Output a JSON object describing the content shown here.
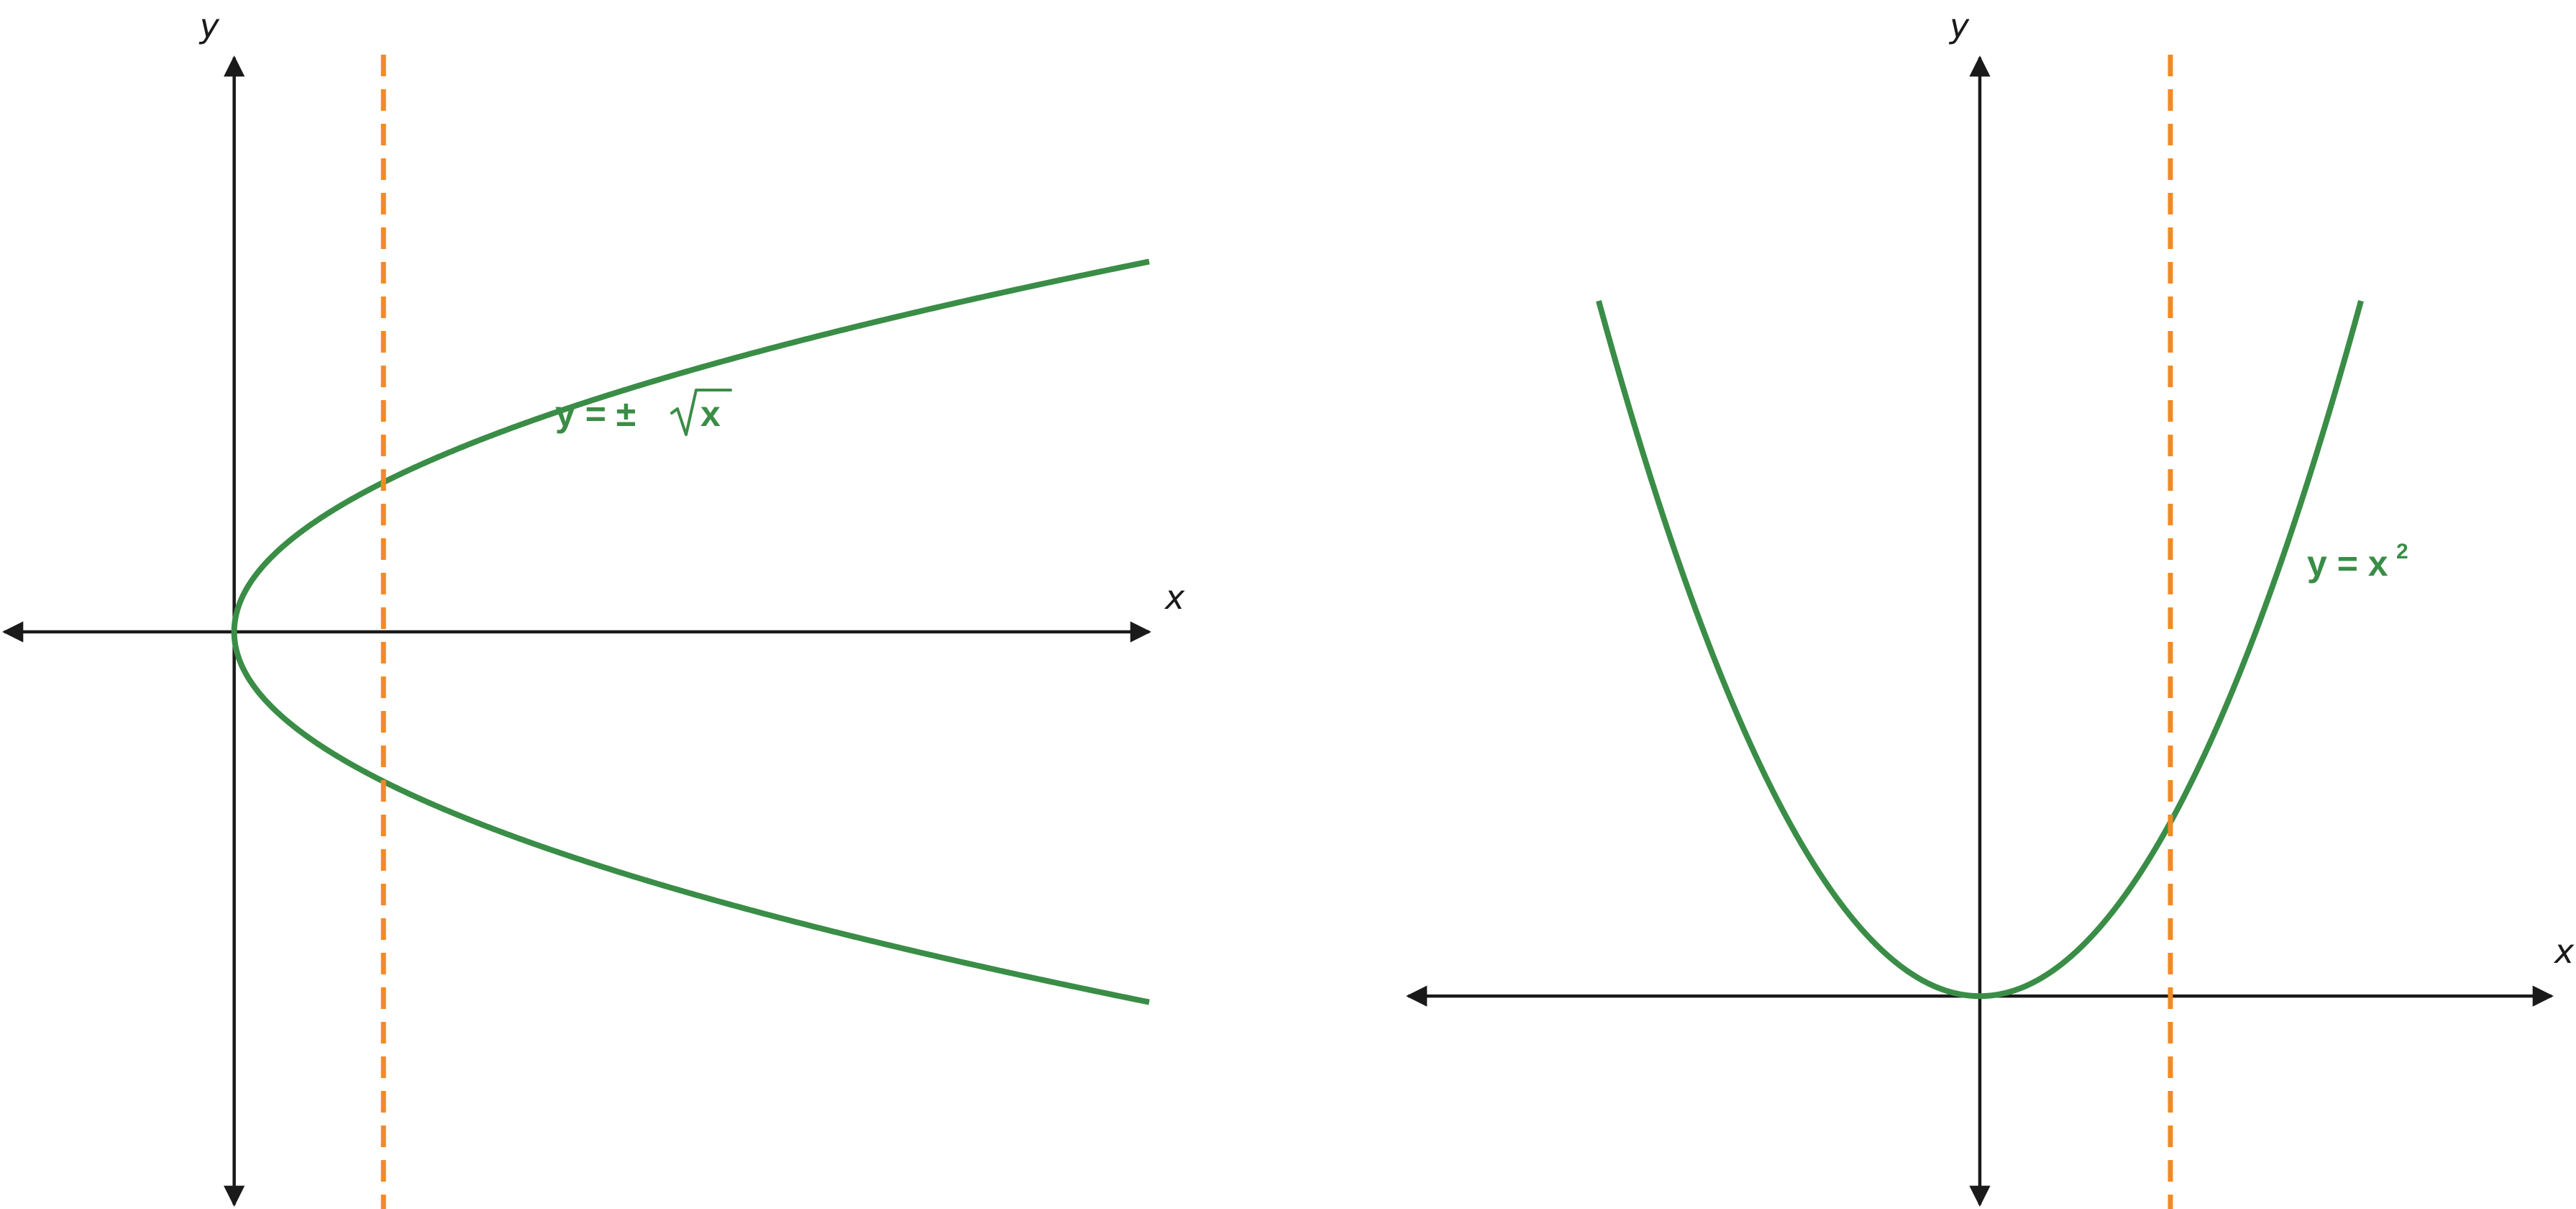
{
  "colors": {
    "axis": "#1a1a1a",
    "curve": "#3a8d46",
    "reference_line": "#f28a24",
    "background": "#ffffff"
  },
  "chart_data": [
    {
      "type": "line",
      "title": "",
      "xlabel": "x",
      "ylabel": "y",
      "xlim": [
        -1.54,
        6.13
      ],
      "ylim": [
        -3.83,
        3.84
      ],
      "grid": false,
      "legend": "none",
      "series": [
        {
          "name": "",
          "label_text": {
            "lhs": "y = ±",
            "radicand": "x"
          },
          "role": "curve",
          "expression": "y = ±sqrt(x)",
          "x_domain": [
            0,
            6.13
          ]
        },
        {
          "name": "",
          "role": "reference_line",
          "style": "dashed",
          "orientation": "vertical",
          "x": 1
        }
      ]
    },
    {
      "type": "line",
      "title": "",
      "xlabel": "x",
      "ylabel": "y",
      "xlim": [
        -3,
        3
      ],
      "ylim": [
        -1.2,
        5.4
      ],
      "grid": false,
      "legend": "none",
      "series": [
        {
          "name": "",
          "label_text": {
            "lhs": "y = x",
            "exponent": "2"
          },
          "role": "curve",
          "expression": "y = x^2",
          "x_domain": [
            -2,
            2
          ]
        },
        {
          "name": "",
          "role": "reference_line",
          "style": "dashed",
          "orientation": "vertical",
          "x": 1
        }
      ]
    }
  ]
}
